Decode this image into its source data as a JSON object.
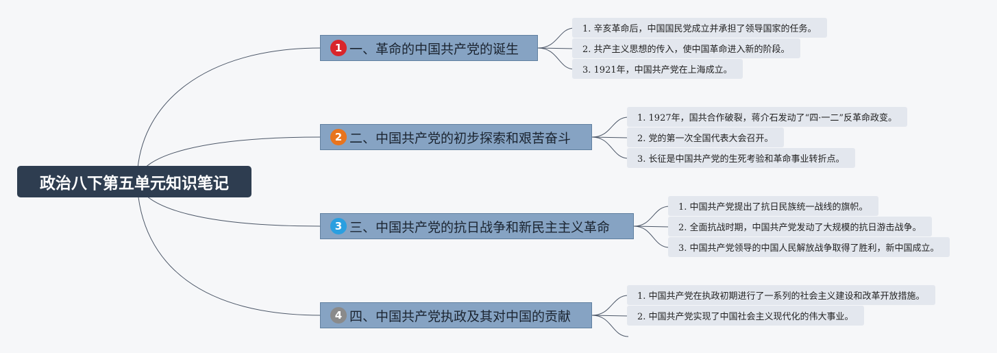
{
  "root": {
    "title": "政治八下第五单元知识笔记"
  },
  "branches": [
    {
      "number": "1",
      "badge_color": "#d9262b",
      "title": "一、革命的中国共产党的诞生",
      "items": [
        "1. 辛亥革命后，中国国民党成立并承担了领导国家的任务。",
        "2. 共产主义思想的传入，使中国革命进入新的阶段。",
        "3. 1921年，中国共产党在上海成立。"
      ]
    },
    {
      "number": "2",
      "badge_color": "#e8741e",
      "title": "二、中国共产党的初步探索和艰苦奋斗",
      "items": [
        "1. 1927年，国共合作破裂，蒋介石发动了“四·一二”反革命政变。",
        "2. 党的第一次全国代表大会召开。",
        "3. 长征是中国共产党的生死考验和革命事业转折点。"
      ]
    },
    {
      "number": "3",
      "badge_color": "#2a9fe0",
      "title": "三、中国共产党的抗日战争和新民主主义革命",
      "items": [
        "1. 中国共产党提出了抗日民族统一战线的旗帜。",
        "2. 全面抗战时期，中国共产党发动了大规模的抗日游击战争。",
        "3. 中国共产党领导的中国人民解放战争取得了胜利，新中国成立。"
      ]
    },
    {
      "number": "4",
      "badge_color": "#8a8a8a",
      "title": "四、中国共产党执政及其对中国的贡献",
      "items": [
        "1. 中国共产党在执政初期进行了一系列的社会主义建设和改革开放措施。",
        "2. 中国共产党实现了中国社会主义现代化的伟大事业。"
      ]
    }
  ]
}
